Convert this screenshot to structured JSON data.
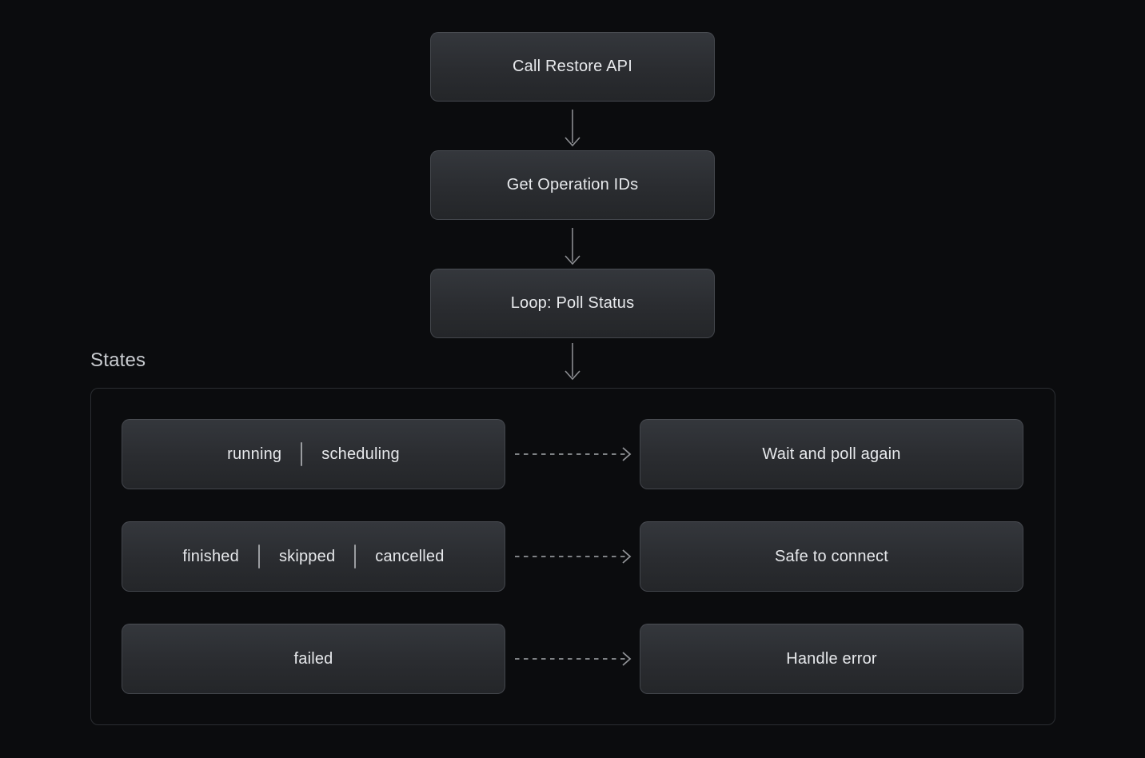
{
  "palette": {
    "background": "#0b0c0e",
    "node_fill_top": "#34373c",
    "node_fill_bottom": "#242629",
    "node_border": "#43464c",
    "node_text": "#e7e9ec",
    "arrow": "#8b8d91",
    "container_border": "#2b2e32",
    "label_text": "#c9ccd0"
  },
  "flow": {
    "nodes": [
      {
        "label": "Call Restore API"
      },
      {
        "label": "Get Operation IDs"
      },
      {
        "label": "Loop: Poll Status"
      }
    ]
  },
  "states": {
    "title": "States",
    "rows": [
      {
        "left": [
          "running",
          "scheduling"
        ],
        "right": "Wait and poll again"
      },
      {
        "left": [
          "finished",
          "skipped",
          "cancelled"
        ],
        "right": "Safe to connect"
      },
      {
        "left": [
          "failed"
        ],
        "right": "Handle error"
      }
    ]
  }
}
